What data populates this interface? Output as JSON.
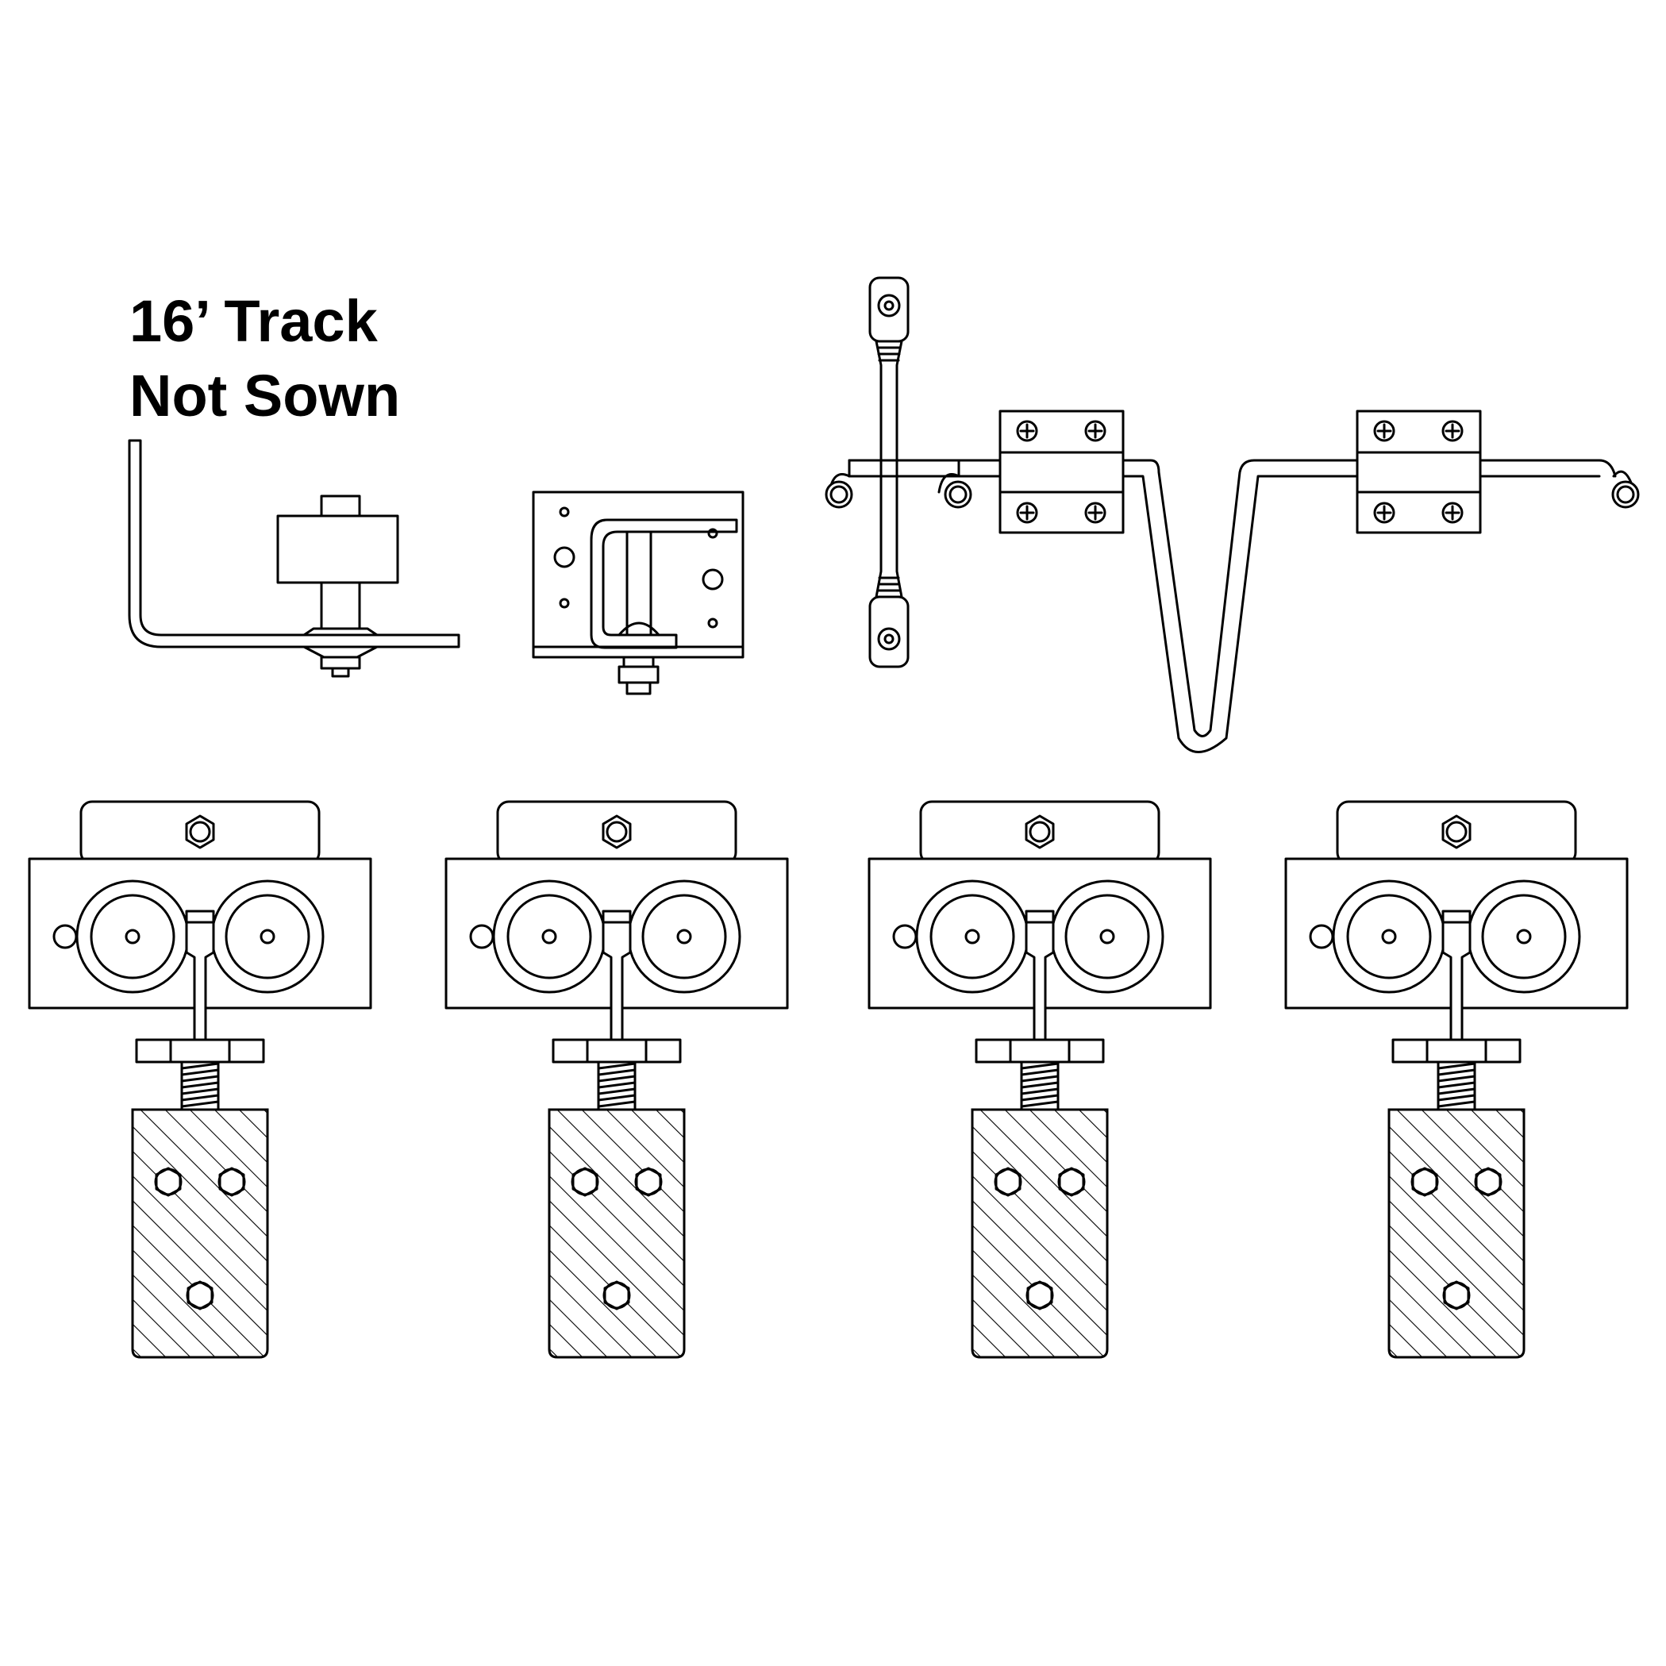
{
  "caption": {
    "line1": "16’ Track",
    "line2": "Not Sown"
  },
  "parts": {
    "hanger_count": 4
  },
  "colors": {
    "line": "#000000",
    "background": "#ffffff"
  }
}
